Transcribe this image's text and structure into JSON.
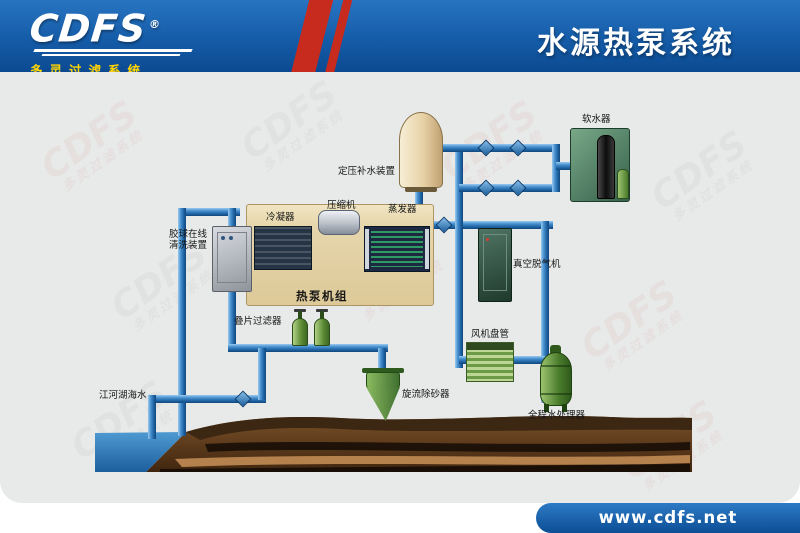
{
  "header": {
    "logo": {
      "name": "CDFS",
      "reg": "®",
      "slogan": "多灵过滤系统"
    },
    "title": "水源热泵系统"
  },
  "watermark": {
    "brand": "CDFS",
    "slogan": "多灵过滤系统"
  },
  "diagram": {
    "labels": {
      "makeup_tank": "定压补水装置",
      "softener": "软水器",
      "ball_cleaner_line1": "胶球在线",
      "ball_cleaner_line2": "清洗装置",
      "condenser": "冷凝器",
      "compressor": "压缩机",
      "evaporator": "蒸发器",
      "heat_pump_unit": "热泵机组",
      "degasser": "真空脱气机",
      "disc_filter": "叠片过滤器",
      "fan_coil": "风机盘管",
      "cyclone": "旋流除砂器",
      "water_processor": "全程水处理器",
      "raw_water": "江河湖海水"
    },
    "colors": {
      "pipe_blue": "#2e7cc0",
      "header_blue": "#0f5aa6",
      "accent_red": "#c8291e",
      "logo_yellow": "#ffd400",
      "tank_cream": "#ecdcb8",
      "unit_tan": "#e8d9b0",
      "equipment_green": "#5d8a3a",
      "ground_brown": "#5d3b1c",
      "water_blue": "#2e7fc0"
    }
  },
  "footer": {
    "url": "www.cdfs.net"
  }
}
